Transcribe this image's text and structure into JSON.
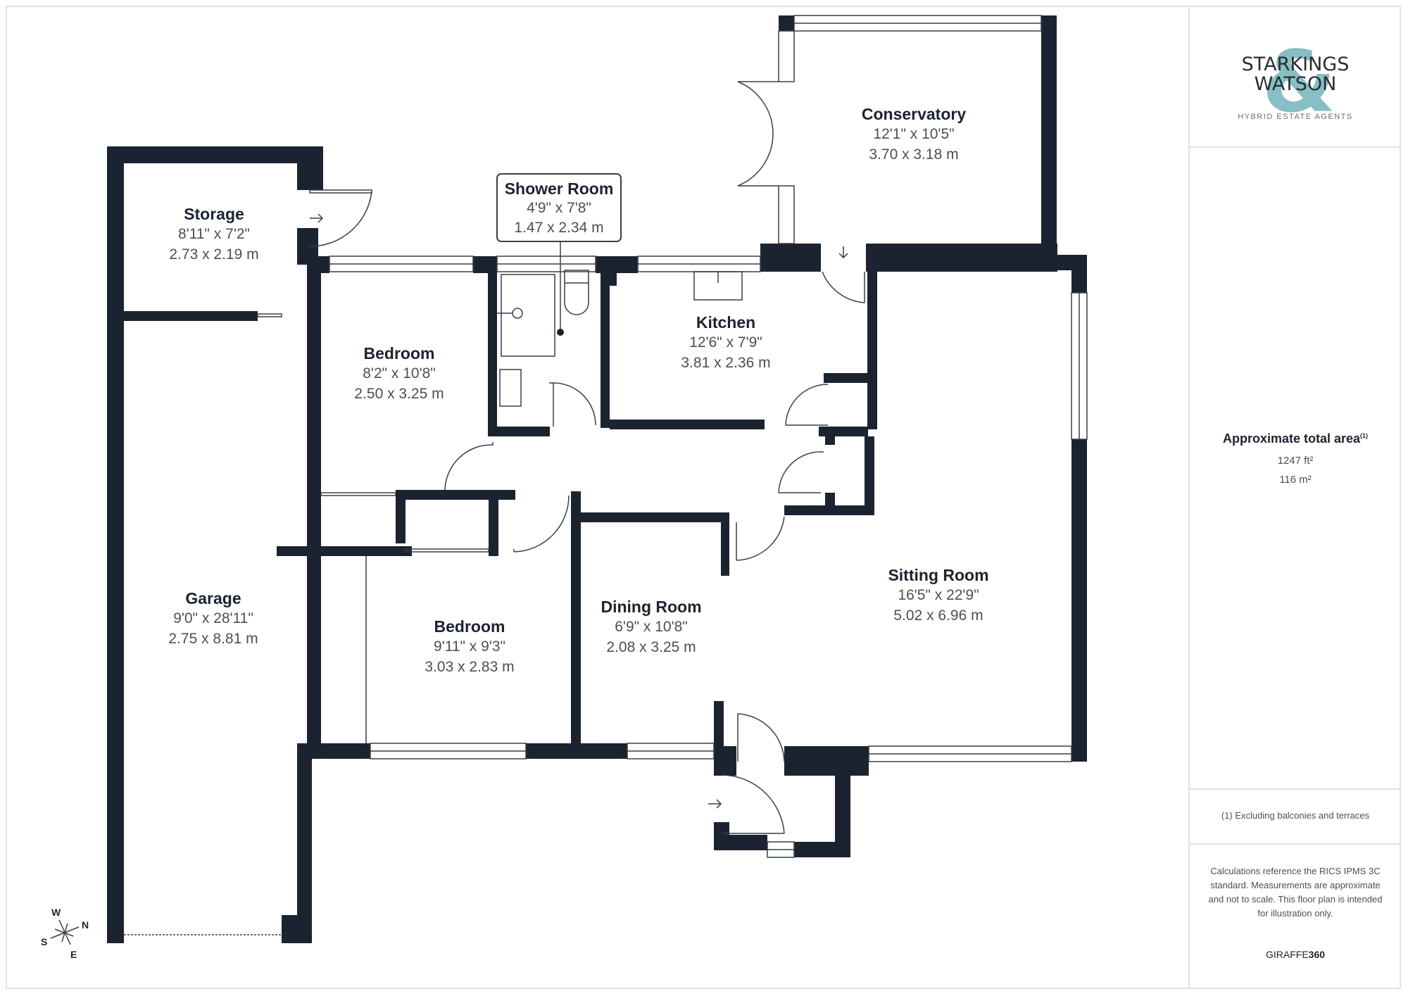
{
  "brand": {
    "line1": "STARKINGS",
    "line2": "WATSON",
    "ampersand": "&",
    "tagline": "HYBRID ESTATE AGENTS",
    "accent_color": "#86bfc4",
    "wall_color": "#1c2330"
  },
  "rooms": {
    "storage": {
      "name": "Storage",
      "imperial": "8'11\" x 7'2\"",
      "metric": "2.73 x 2.19 m"
    },
    "garage": {
      "name": "Garage",
      "imperial": "9'0\" x 28'11\"",
      "metric": "2.75 x 8.81 m"
    },
    "bedroom1": {
      "name": "Bedroom",
      "imperial": "8'2\" x 10'8\"",
      "metric": "2.50 x 3.25 m"
    },
    "shower_room": {
      "name": "Shower Room",
      "imperial": "4'9\" x 7'8\"",
      "metric": "1.47 x 2.34 m"
    },
    "kitchen": {
      "name": "Kitchen",
      "imperial": "12'6\" x 7'9\"",
      "metric": "3.81 x 2.36 m"
    },
    "conservatory": {
      "name": "Conservatory",
      "imperial": "12'1\" x 10'5\"",
      "metric": "3.70 x 3.18 m"
    },
    "bedroom2": {
      "name": "Bedroom",
      "imperial": "9'11\" x 9'3\"",
      "metric": "3.03 x 2.83 m"
    },
    "dining_room": {
      "name": "Dining Room",
      "imperial": "6'9\" x 10'8\"",
      "metric": "2.08 x 3.25 m"
    },
    "sitting_room": {
      "name": "Sitting Room",
      "imperial": "16'5\" x 22'9\"",
      "metric": "5.02 x 6.96 m"
    }
  },
  "compass": {
    "w": "W",
    "n": "N",
    "s": "S",
    "e": "E"
  },
  "summary": {
    "title": "Approximate total area",
    "footnote_mark": "(1)",
    "area_ft": "1247 ft²",
    "area_m": "116 m²",
    "footnote": "(1) Excluding balconies and terraces",
    "disclaimer": "Calculations reference the RICS IPMS 3C standard. Measurements are approximate and not to scale. This floor plan is intended for illustration only.",
    "credit_light": "GIRAFFE",
    "credit_bold": "360"
  }
}
